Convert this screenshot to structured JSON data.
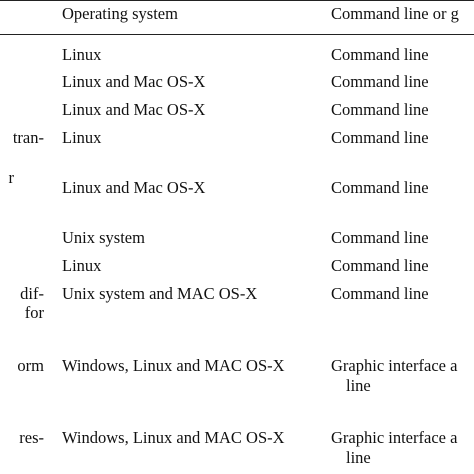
{
  "table": {
    "header": {
      "col0": "",
      "col1": "Operating system",
      "col2": "Command line or g"
    },
    "rows": [
      {
        "c0": "",
        "c1": "Linux",
        "c2": "Command line",
        "c2b": ""
      },
      {
        "c0": "",
        "c1": "Linux and Mac OS-X",
        "c2": "Command line",
        "c2b": ""
      },
      {
        "c0": "",
        "c1": "Linux and Mac OS-X",
        "c2": "Command line",
        "c2b": ""
      },
      {
        "c0": "tran-",
        "c0b": "r",
        "c1": "Linux",
        "c2": "Command line",
        "c2b": ""
      },
      {
        "c0": "",
        "c1": "Linux and Mac OS-X",
        "c2": "Command line",
        "c2b": ""
      },
      {
        "c0": "",
        "c1": "Unix system",
        "c2": "Command line",
        "c2b": ""
      },
      {
        "c0": "",
        "c1": "Linux",
        "c2": "Command line",
        "c2b": ""
      },
      {
        "c0": "dif-",
        "c0b": "for",
        "c1": "Unix system and MAC OS-X",
        "c2": "Command line",
        "c2b": ""
      },
      {
        "c0": "orm",
        "c1": "Windows, Linux and MAC OS-X",
        "c2": "Graphic interface a",
        "c2b": "line"
      },
      {
        "c0": "res-",
        "c1": "Windows, Linux and MAC OS-X",
        "c2": "Graphic interface a",
        "c2b": "line"
      }
    ]
  }
}
